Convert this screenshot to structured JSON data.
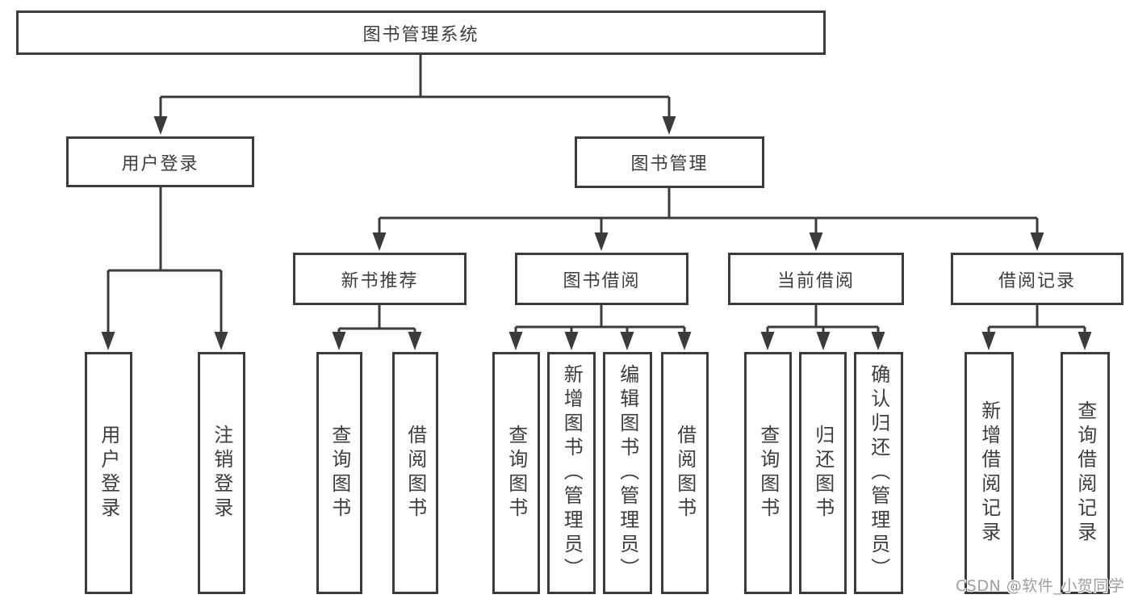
{
  "colors": {
    "line": "#3b3b3b",
    "box_border": "#3b3b3b",
    "text": "#3d3d3d",
    "watermark_text": "#9e9e9e",
    "background": "#ffffff"
  },
  "tree": {
    "root": {
      "label": "图书管理系统"
    },
    "branches": [
      {
        "label": "用户登录",
        "children": [
          {
            "label": "用户登录"
          },
          {
            "label": "注销登录"
          }
        ]
      },
      {
        "label": "图书管理",
        "children": [
          {
            "label": "新书推荐",
            "children": [
              {
                "label": "查询图书"
              },
              {
                "label": "借阅图书"
              }
            ]
          },
          {
            "label": "图书借阅",
            "children": [
              {
                "label": "查询图书"
              },
              {
                "label": "新增图书（管理员）"
              },
              {
                "label": "编辑图书（管理员）"
              },
              {
                "label": "借阅图书"
              }
            ]
          },
          {
            "label": "当前借阅",
            "children": [
              {
                "label": "查询图书"
              },
              {
                "label": "归还图书"
              },
              {
                "label": "确认归还（管理员）"
              }
            ]
          },
          {
            "label": "借阅记录",
            "children": [
              {
                "label": "新增借阅记录"
              },
              {
                "label": "查询借阅记录"
              }
            ]
          }
        ]
      }
    ]
  },
  "watermark": {
    "text": "CSDN @软件_小贺同学"
  }
}
